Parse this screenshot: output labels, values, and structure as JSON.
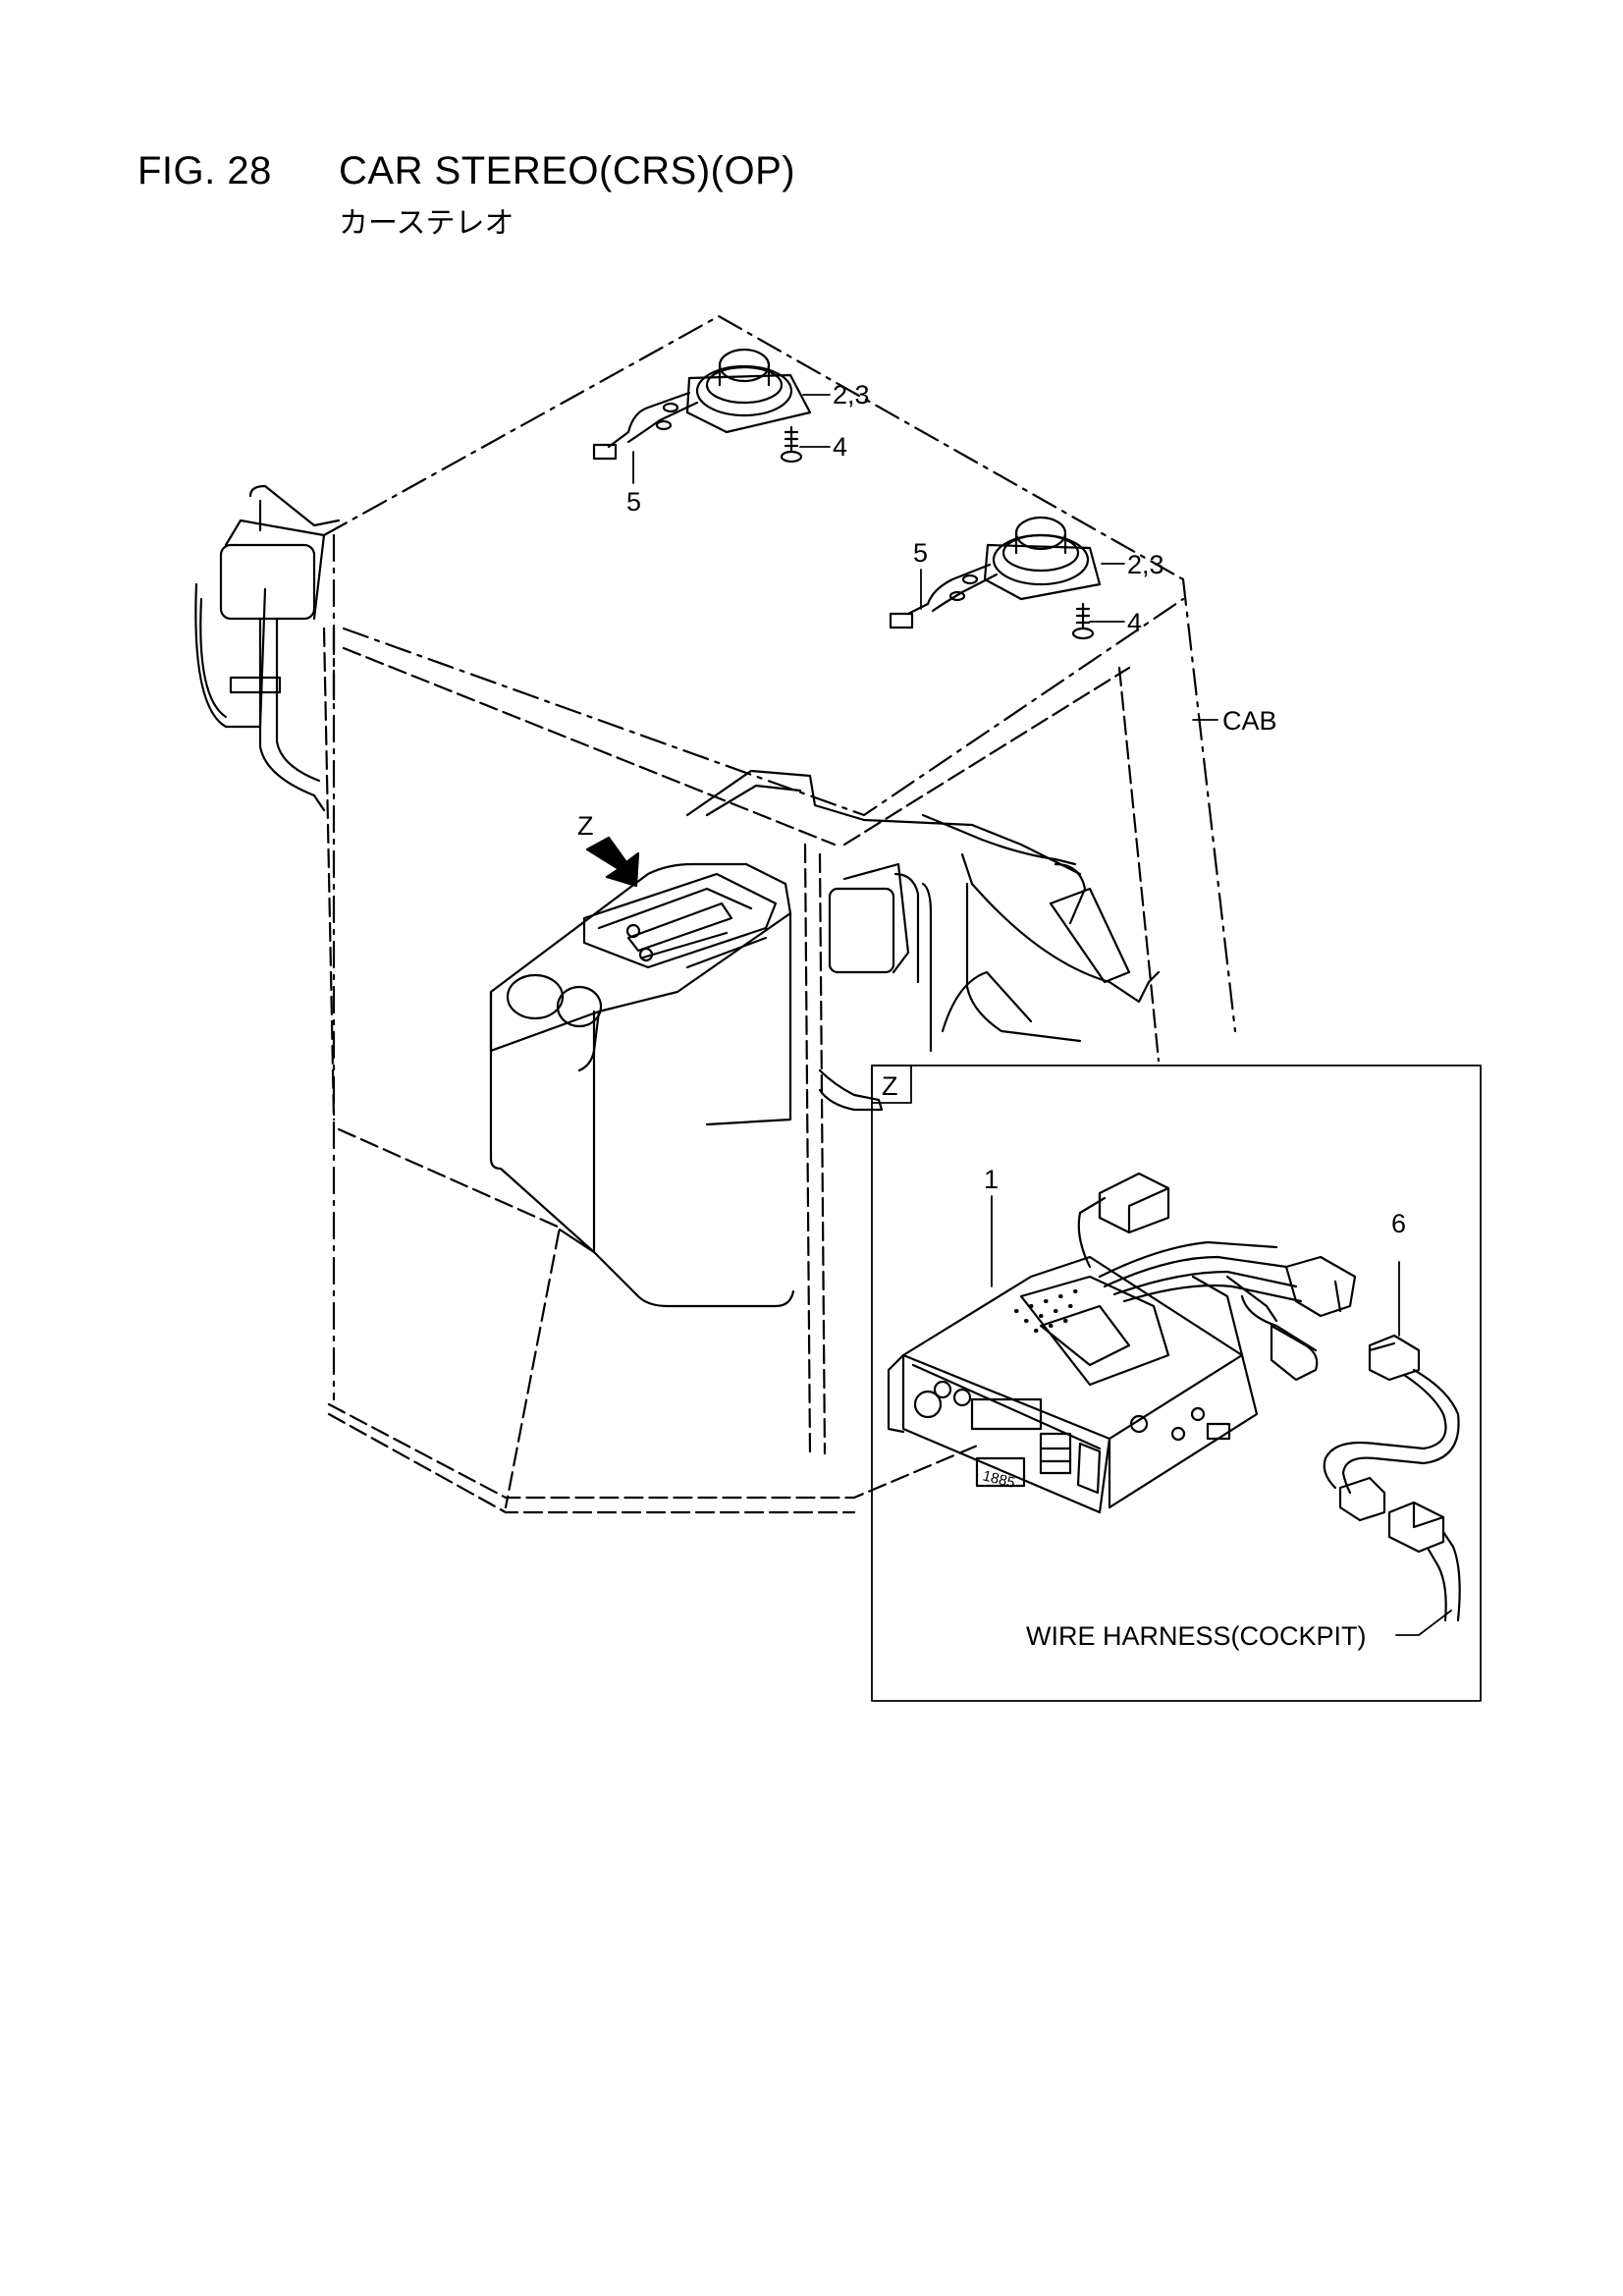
{
  "header": {
    "figure_number": "FIG. 28",
    "title": "CAR STEREO(CRS)(OP)",
    "subtitle": "カーステレオ"
  },
  "callouts": {
    "speaker_upper_part": "2,3",
    "screw_upper_part": "4",
    "connector_upper_part": "5",
    "speaker_lower_part": "2,3",
    "screw_lower_part": "4",
    "connector_lower_part": "5",
    "cab": "CAB",
    "view_arrow": "Z",
    "detail_view": "Z",
    "radio_unit": "1",
    "connector_adapter": "6",
    "wire_harness": "WIRE HARNESS(COCKPIT)",
    "radio_display": "1885"
  }
}
